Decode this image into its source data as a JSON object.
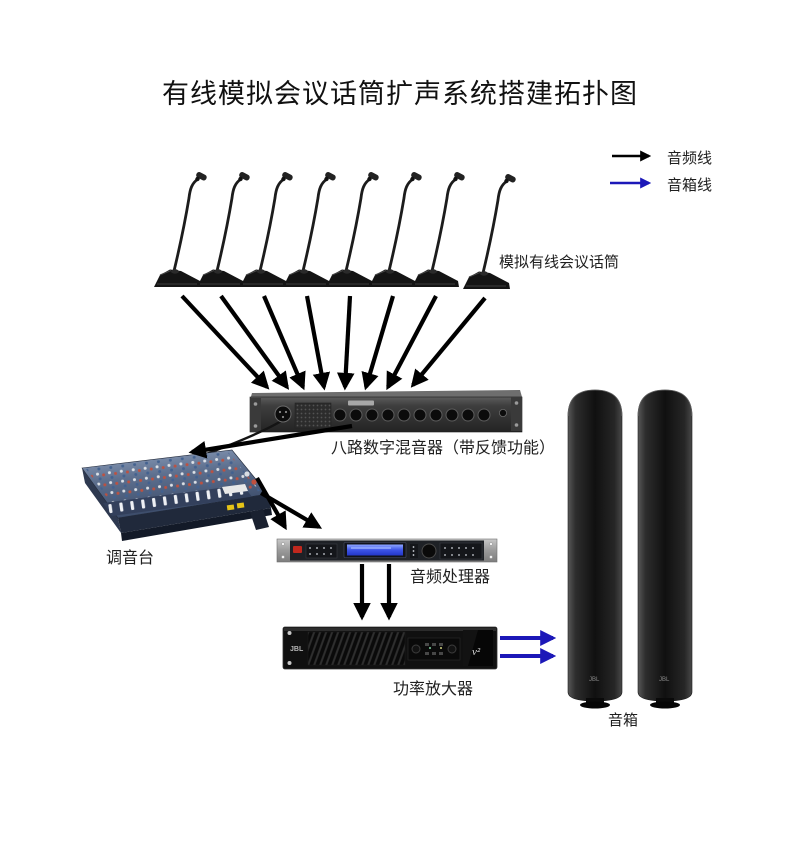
{
  "title": "有线模拟会议话筒扩声系统搭建拓扑图",
  "legend": {
    "audio_line_label": "音频线",
    "audio_line_color": "#000000",
    "speaker_line_label": "音箱线",
    "speaker_line_color": "#1c18b8"
  },
  "labels": {
    "microphones": "模拟有线会议话筒",
    "mixer_rack": "八路数字混音器（带反馈功能）",
    "console": "调音台",
    "processor": "音频处理器",
    "amplifier": "功率放大器",
    "speakers": "音箱"
  },
  "devices": {
    "microphone_count": 8,
    "speaker_count": 2,
    "amplifier_brand": "JBL",
    "amplifier_series": "v²",
    "speaker_brand": "JBL"
  },
  "connections": [
    {
      "from": "模拟有线会议话筒",
      "to": "八路数字混音器（带反馈功能）",
      "type": "音频线",
      "count": 8
    },
    {
      "from": "八路数字混音器（带反馈功能）",
      "to": "调音台",
      "type": "音频线",
      "count": 1
    },
    {
      "from": "调音台",
      "to": "音频处理器",
      "type": "音频线",
      "count": 2
    },
    {
      "from": "音频处理器",
      "to": "功率放大器",
      "type": "音频线",
      "count": 2
    },
    {
      "from": "功率放大器",
      "to": "音箱",
      "type": "音箱线",
      "count": 2
    }
  ]
}
